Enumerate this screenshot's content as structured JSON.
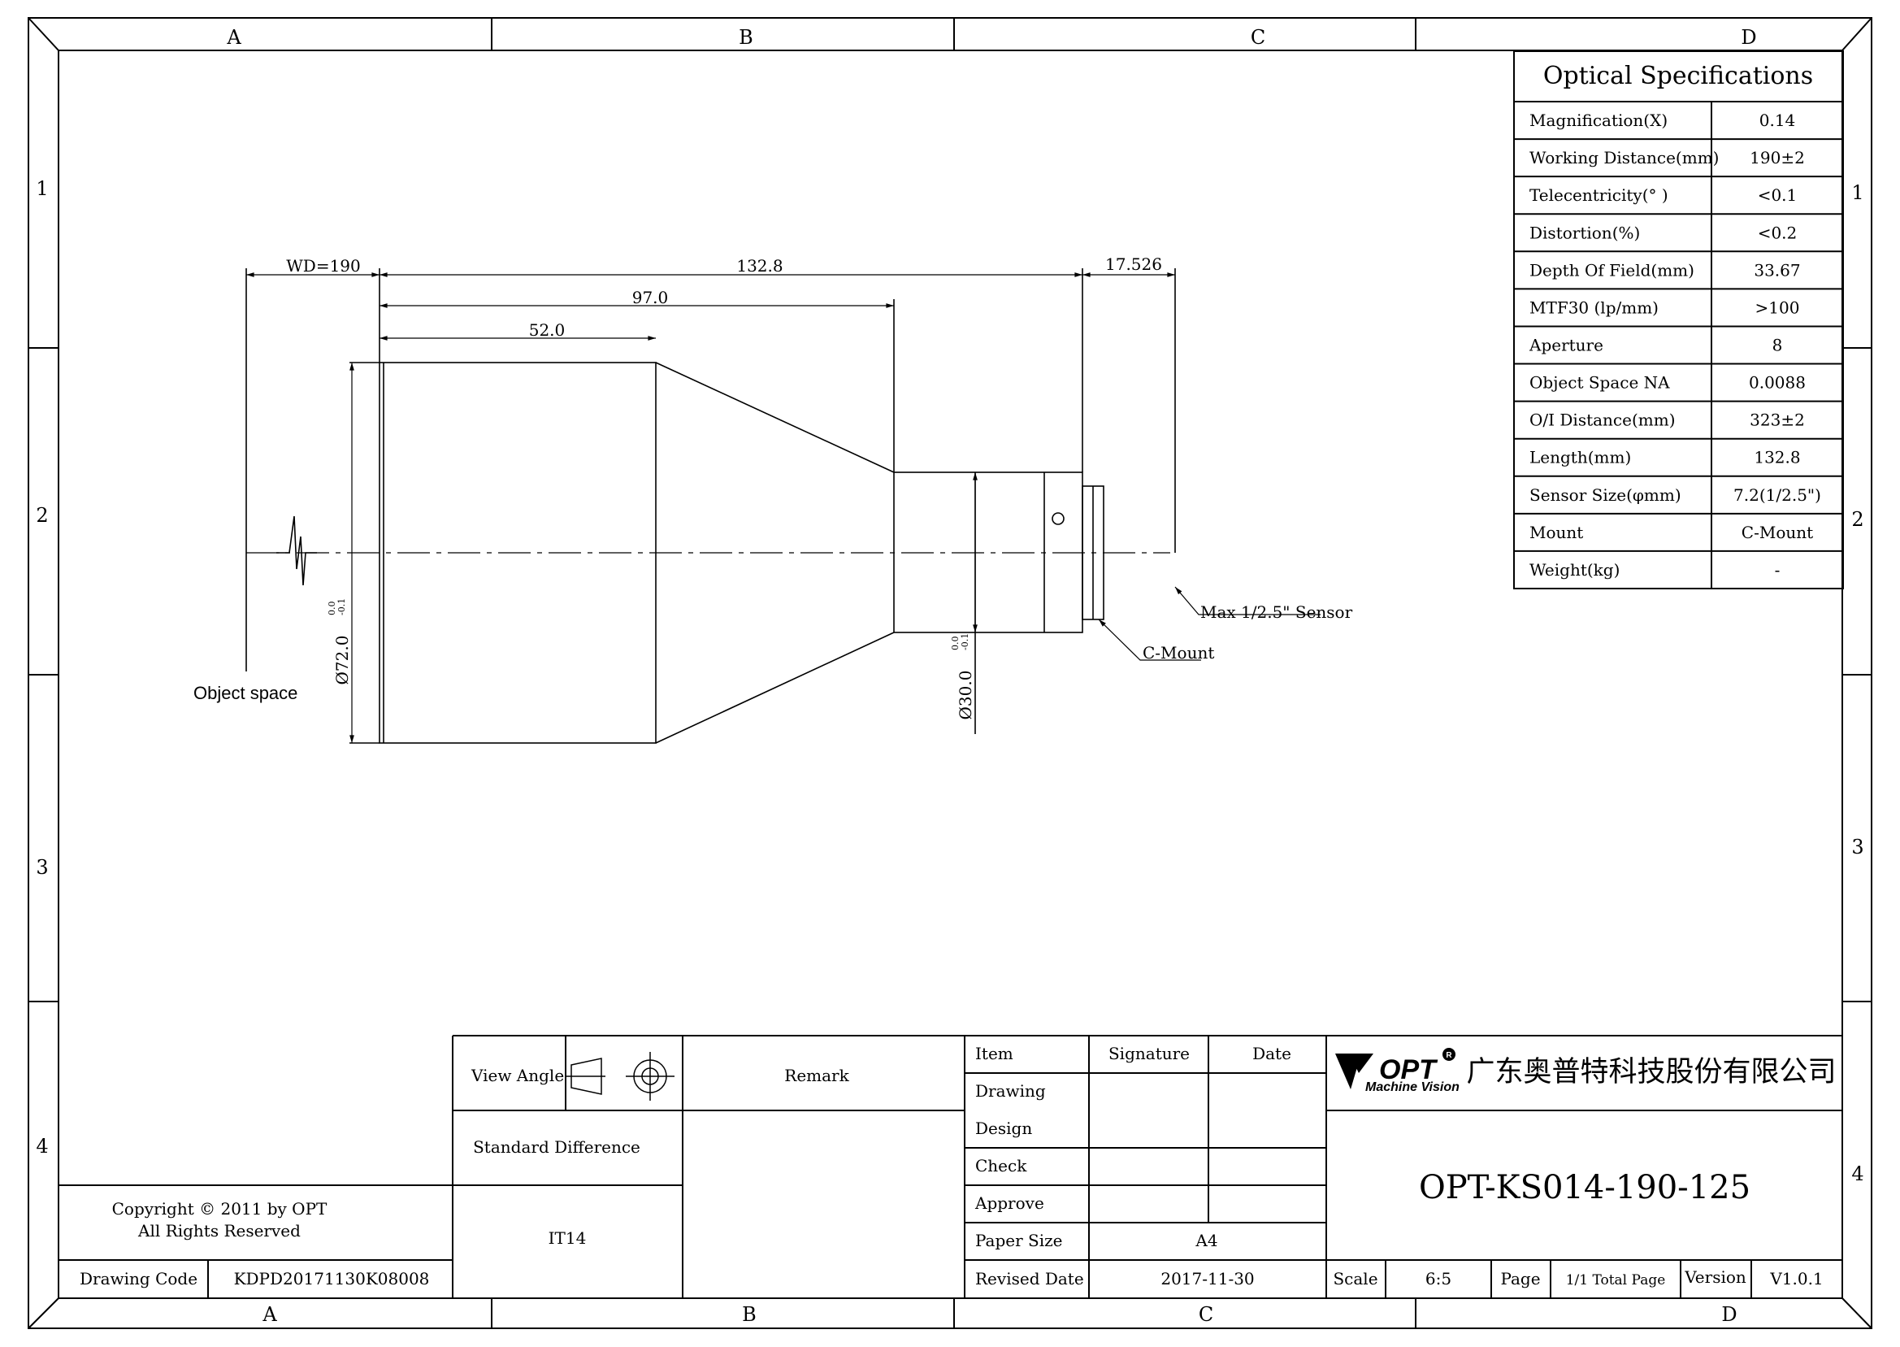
{
  "zones": {
    "columns": [
      "A",
      "B",
      "C",
      "D"
    ],
    "rows": [
      "1",
      "2",
      "3",
      "4"
    ]
  },
  "dimensions": {
    "wd": "WD=190",
    "total_length": "132.8",
    "flange": "17.526",
    "mid_length": "97.0",
    "front_length": "52.0",
    "front_dia": "Ø72.0",
    "front_tol_upper": "0.0",
    "front_tol_lower": "-0.1",
    "rear_dia": "Ø30.0",
    "rear_tol_upper": "0.0",
    "rear_tol_lower": "-0.1"
  },
  "labels": {
    "object_space": "Object space",
    "sensor": "Max 1/2.5\" Sensor",
    "mount": "C-Mount"
  },
  "specs": {
    "title": "Optical Specifications",
    "rows": [
      {
        "param": "Magnification(X)",
        "value": "0.14"
      },
      {
        "param": "Working Distance(mm)",
        "value": "190±2"
      },
      {
        "param": "Telecentricity(° )",
        "value": "<0.1"
      },
      {
        "param": "Distortion(%)",
        "value": "<0.2"
      },
      {
        "param": "Depth Of Field(mm)",
        "value": "33.67"
      },
      {
        "param": "MTF30 (lp/mm)",
        "value": ">100"
      },
      {
        "param": "Aperture",
        "value": "8"
      },
      {
        "param": "Object Space NA",
        "value": "0.0088"
      },
      {
        "param": "O/I Distance(mm)",
        "value": "323±2"
      },
      {
        "param": "Length(mm)",
        "value": "132.8"
      },
      {
        "param": "Sensor Size(φmm)",
        "value": "7.2(1/2.5\")"
      },
      {
        "param": "Mount",
        "value": "C-Mount"
      },
      {
        "param": "Weight(kg)",
        "value": "-"
      }
    ]
  },
  "title_block": {
    "view_angle": "View Angle",
    "remark": "Remark",
    "standard_difference": "Standard Difference",
    "tolerance_class": "IT14",
    "copyright_line1": "Copyright © 2011 by OPT",
    "copyright_line2": "All Rights Reserved",
    "drawing_code_label": "Drawing Code",
    "drawing_code": "KDPD20171130K08008",
    "item": "Item",
    "signature": "Signature",
    "date": "Date",
    "drawing": "Drawing",
    "design": "Design",
    "check": "Check",
    "approve": "Approve",
    "paper_size_label": "Paper Size",
    "paper_size": "A4",
    "revised_date_label": "Revised Date",
    "revised_date": "2017-11-30",
    "logo_text": "OPT",
    "logo_sub": "Machine Vision",
    "logo_mark": "R",
    "company": "广东奥普特科技股份有限公司",
    "part_number": "OPT-KS014-190-125",
    "scale_label": "Scale",
    "scale": "6:5",
    "page_label": "Page",
    "page": "1/1 Total Page",
    "version_label": "Version",
    "version": "V1.0.1"
  },
  "colors": {
    "line": "#000000",
    "background": "#ffffff"
  }
}
